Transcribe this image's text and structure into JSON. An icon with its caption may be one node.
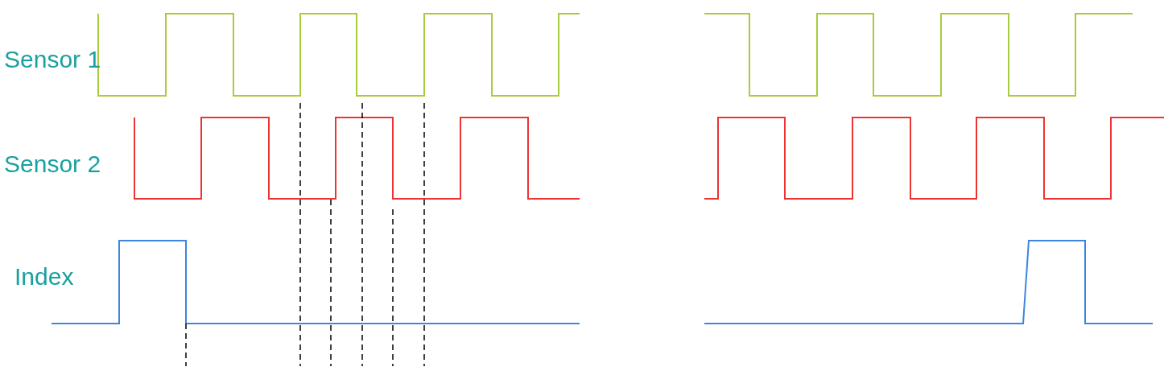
{
  "diagram": {
    "labels": [
      "Sensor 1",
      "Sensor 2",
      "Index"
    ]
  }
}
